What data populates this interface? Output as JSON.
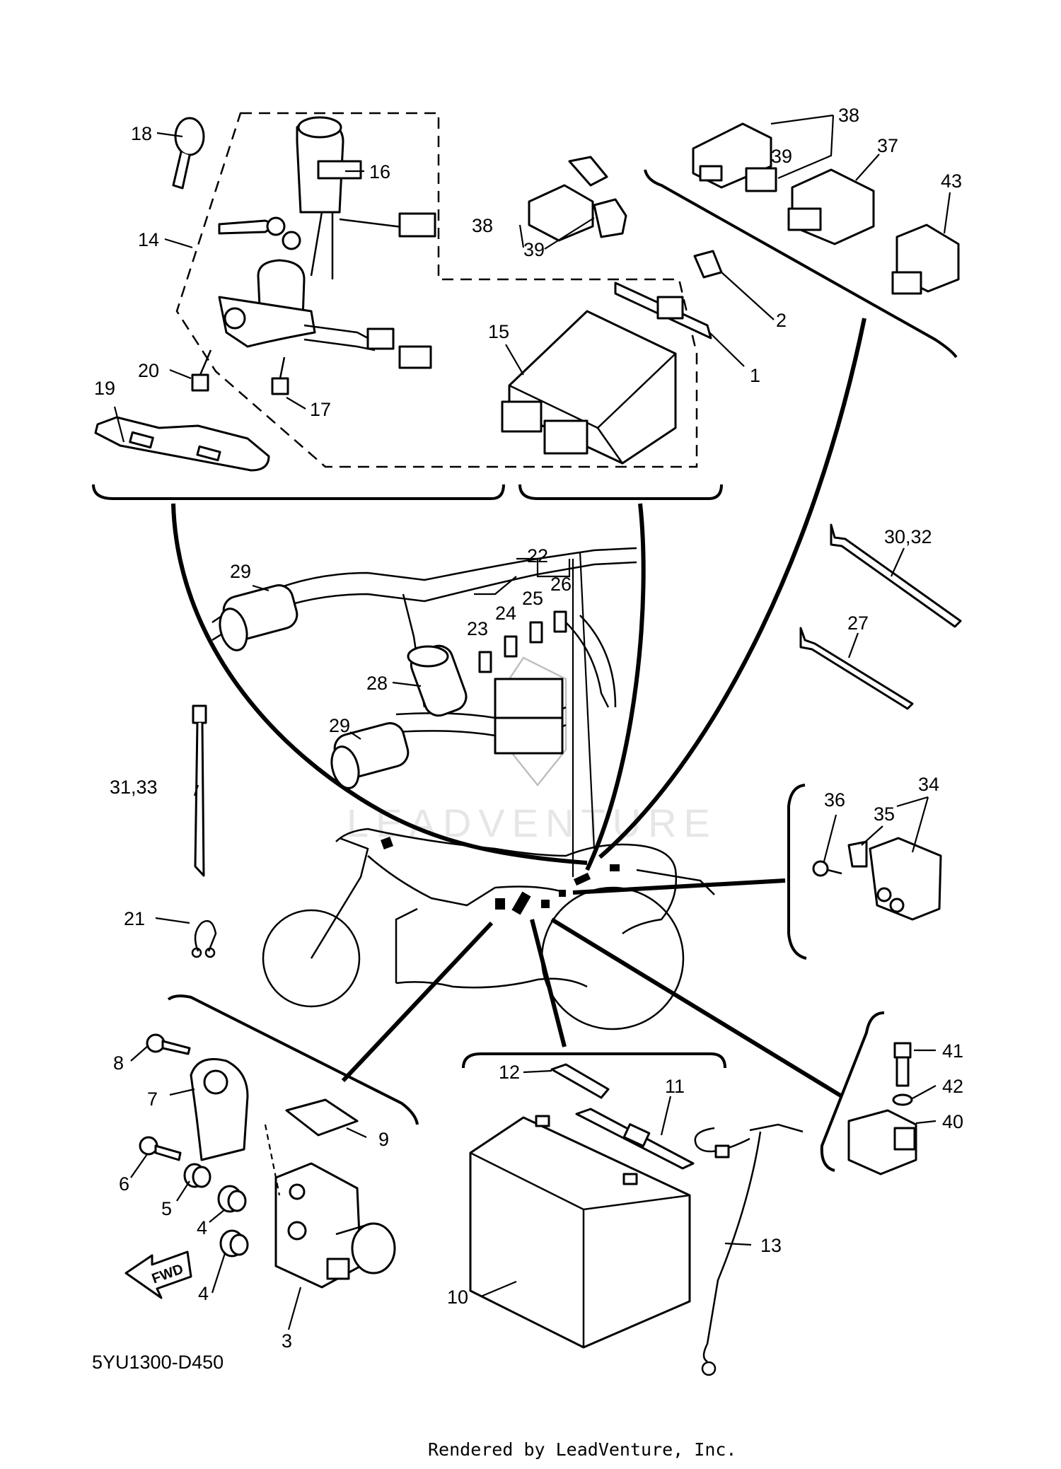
{
  "diagram": {
    "code": "5YU1300-D450",
    "footer": "Rendered by LeadVenture, Inc.",
    "watermark": "LEADVENTURE",
    "fwd_label": "FWD",
    "labels": {
      "l18": "18",
      "l16": "16",
      "l14": "14",
      "l20": "20",
      "l17": "17",
      "l19": "19",
      "l15": "15",
      "l38a": "38",
      "l39a": "39",
      "l2": "2",
      "l1": "1",
      "l38b": "38",
      "l39b": "39",
      "l37": "37",
      "l43": "43",
      "l29a": "29",
      "l22": "22",
      "l25": "25",
      "l26": "26",
      "l24": "24",
      "l23": "23",
      "l28": "28",
      "l29b": "29",
      "l3032": "30,32",
      "l27": "27",
      "l3133": "31,33",
      "l21": "21",
      "l36": "36",
      "l34": "34",
      "l35": "35",
      "l8": "8",
      "l7": "7",
      "l6": "6",
      "l5": "5",
      "l4a": "4",
      "l4b": "4",
      "l9": "9",
      "l3": "3",
      "l12": "12",
      "l11": "11",
      "l13": "13",
      "l10": "10",
      "l41": "41",
      "l42": "42",
      "l40": "40"
    }
  }
}
